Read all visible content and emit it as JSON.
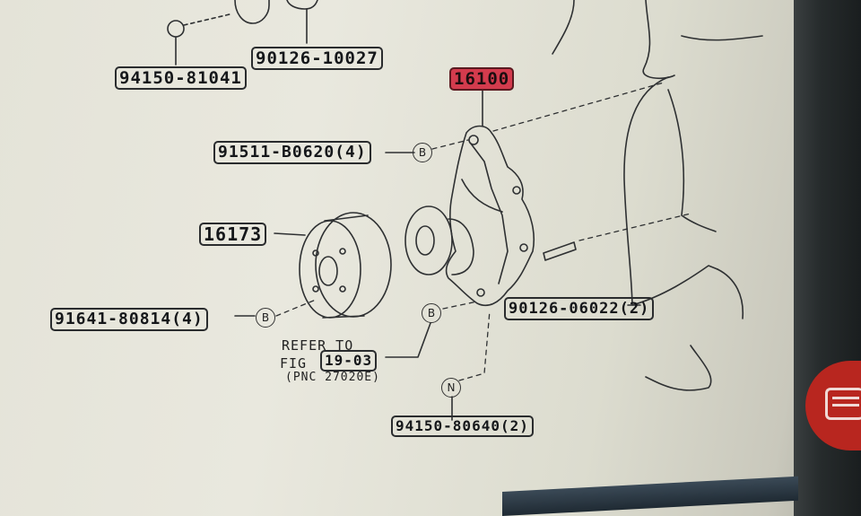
{
  "diagram": {
    "parts": [
      {
        "id": "p1",
        "number": "94150-81041",
        "highlighted": false
      },
      {
        "id": "p2",
        "number": "90126-10027",
        "highlighted": false
      },
      {
        "id": "p3",
        "number": "16100",
        "highlighted": true
      },
      {
        "id": "p4",
        "number": "91511-B0620(4)",
        "highlighted": false
      },
      {
        "id": "p5",
        "number": "16173",
        "highlighted": false
      },
      {
        "id": "p6",
        "number": "91641-80814(4)",
        "highlighted": false
      },
      {
        "id": "p7",
        "number": "90126-06022(2)",
        "highlighted": false
      },
      {
        "id": "p8",
        "number": "94150-80640(2)",
        "highlighted": false
      }
    ],
    "reference_letters": {
      "b": "B",
      "n": "N"
    },
    "note": {
      "line1": "REFER TO",
      "line2_prefix": "FIG",
      "figure": "19-03",
      "line3": "(PNC 27020E)"
    },
    "highlight_color": "#d33b4d"
  },
  "screen": {
    "app_icon": "chat-bubble-icon",
    "app_icon_color": "#b8261f"
  }
}
